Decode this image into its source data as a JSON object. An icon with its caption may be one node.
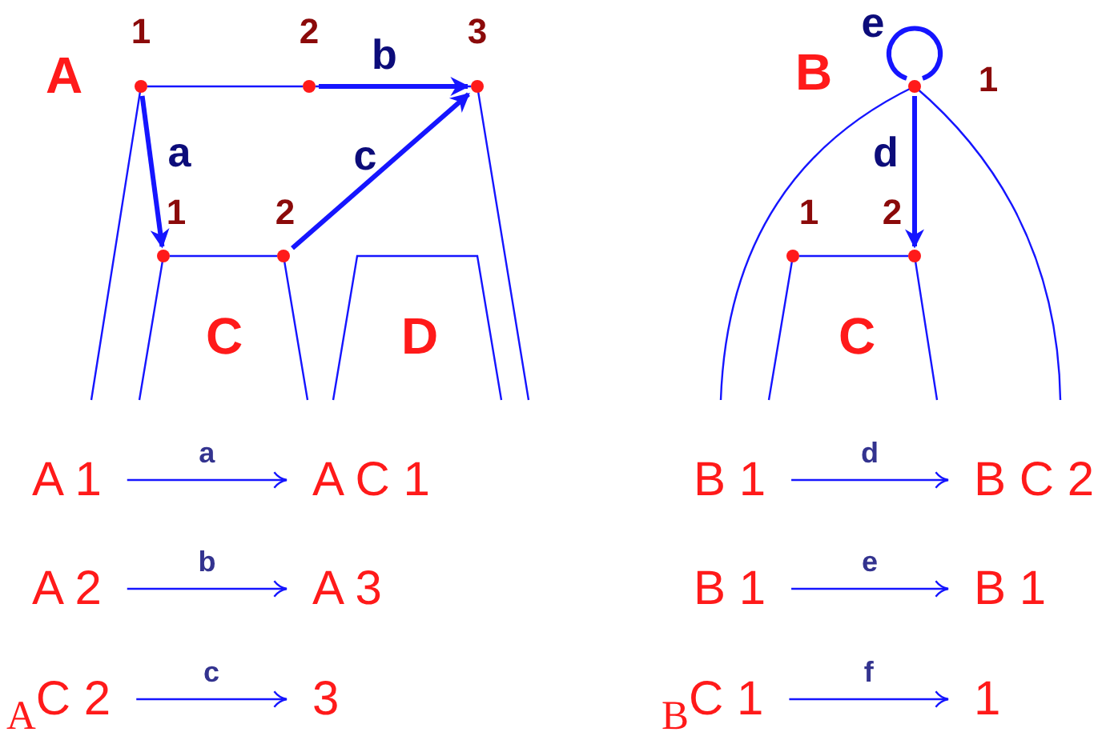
{
  "diagram": {
    "nodes": [
      {
        "text": [],
        "shape": "circle",
        "beside": [
          "1"
        ]
      },
      {
        "text": [],
        "shape": "circle",
        "beside": [
          "2"
        ]
      },
      {
        "text": [],
        "shape": "circle",
        "beside": [
          "3"
        ]
      },
      {
        "text": [],
        "shape": "circle",
        "beside": [
          "1"
        ]
      },
      {
        "text": [],
        "shape": "circle",
        "beside": [
          "2"
        ]
      },
      {
        "text": [],
        "shape": "circle",
        "beside": [
          "1"
        ]
      },
      {
        "text": [],
        "shape": "circle",
        "beside": [
          "1"
        ]
      },
      {
        "text": [],
        "shape": "circle",
        "beside": [
          "2"
        ]
      },
      {
        "text": [
          "A 1"
        ]
      },
      {
        "text": [
          "A C 1"
        ]
      },
      {
        "text": [
          "B 1"
        ]
      },
      {
        "text": [
          "B C 2"
        ]
      },
      {
        "text": [
          "A 2"
        ]
      },
      {
        "text": [
          "A 3"
        ]
      },
      {
        "text": [
          "B 1"
        ]
      },
      {
        "text": [
          "B 1"
        ]
      },
      {
        "text": [
          "$_{A}$C 2"
        ]
      },
      {
        "text": [
          "3"
        ]
      },
      {
        "text": [
          "$_{B}$C 1"
        ]
      },
      {
        "text": [
          "1"
        ]
      }
    ],
    "edges": [
      {
        "from": 0,
        "to": 1,
        "arrow": "none"
      },
      {
        "from": 1,
        "to": 2,
        "arrow": "none"
      },
      {
        "from": 3,
        "to": 4,
        "arrow": "none"
      },
      {
        "from": 6,
        "to": 7,
        "arrow": "none"
      },
      {
        "from": 0,
        "to": 3,
        "arrow": "to",
        "label": "a",
        "style": "thick"
      },
      {
        "from": 1,
        "to": 2,
        "arrow": "to",
        "label": "b",
        "style": "thick"
      },
      {
        "from": 4,
        "to": 2,
        "arrow": "to",
        "label": "c",
        "style": "thick"
      },
      {
        "from": 5,
        "to": 7,
        "arrow": "to",
        "label": "d",
        "style": "thick"
      },
      {
        "from": 5,
        "to": 5,
        "arrow": "none",
        "label": "e",
        "style": "thick"
      },
      {
        "from": 8,
        "to": 9,
        "arrow": "to",
        "label": "a"
      },
      {
        "from": 12,
        "to": 13,
        "arrow": "to",
        "label": "b"
      },
      {
        "from": 16,
        "to": 17,
        "arrow": "to",
        "label": "c"
      },
      {
        "from": 10,
        "to": 11,
        "arrow": "to",
        "label": "d"
      },
      {
        "from": 14,
        "to": 15,
        "arrow": "to",
        "label": "e"
      },
      {
        "from": 18,
        "to": 19,
        "arrow": "to",
        "label": "f"
      }
    ],
    "labels": [
      "A",
      "C",
      "D",
      "B",
      "C"
    ]
  }
}
